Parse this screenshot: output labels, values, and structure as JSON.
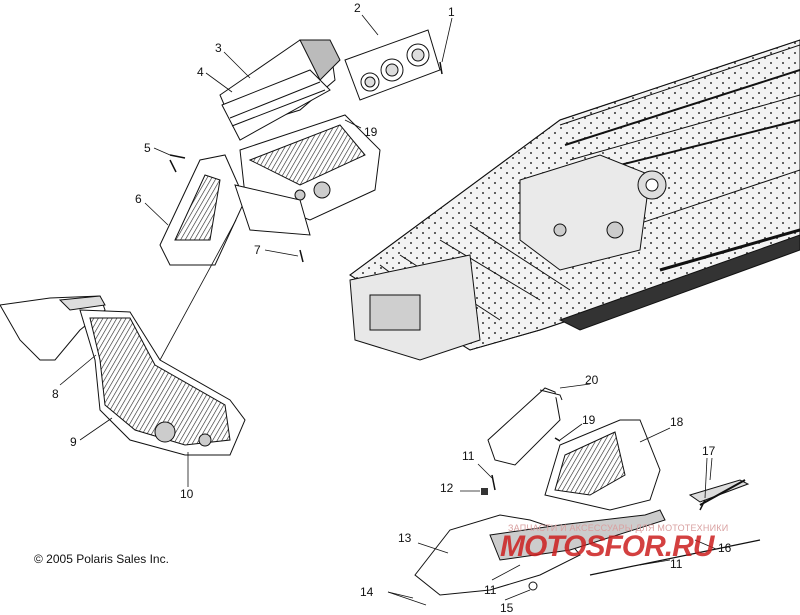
{
  "copyright": "© 2005 Polaris Sales Inc.",
  "watermark": {
    "tagline": "ЗАПЧАСТИ И АКСЕССУАРЫ ДЛЯ МОТОТЕХНИКИ",
    "logo": "MOTOSFOR.RU"
  },
  "callouts": [
    {
      "id": "c1",
      "label": "1"
    },
    {
      "id": "c2",
      "label": "2"
    },
    {
      "id": "c3",
      "label": "3"
    },
    {
      "id": "c4",
      "label": "4"
    },
    {
      "id": "c5",
      "label": "5"
    },
    {
      "id": "c6",
      "label": "6"
    },
    {
      "id": "c7",
      "label": "7"
    },
    {
      "id": "c8",
      "label": "8"
    },
    {
      "id": "c9",
      "label": "9"
    },
    {
      "id": "c10",
      "label": "10"
    },
    {
      "id": "c19a",
      "label": "19"
    },
    {
      "id": "c20",
      "label": "20"
    },
    {
      "id": "c19b",
      "label": "19"
    },
    {
      "id": "c18",
      "label": "18"
    },
    {
      "id": "c11a",
      "label": "11"
    },
    {
      "id": "c12",
      "label": "12"
    },
    {
      "id": "c17",
      "label": "17"
    },
    {
      "id": "c13",
      "label": "13"
    },
    {
      "id": "c16",
      "label": "16"
    },
    {
      "id": "c11b",
      "label": "11"
    },
    {
      "id": "c11c",
      "label": "11"
    },
    {
      "id": "c14",
      "label": "14"
    },
    {
      "id": "c15",
      "label": "15"
    }
  ]
}
